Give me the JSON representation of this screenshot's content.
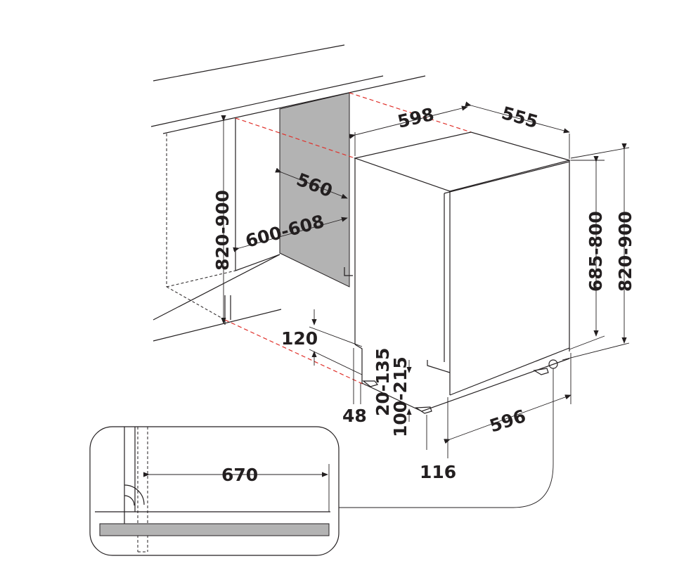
{
  "diagram": {
    "title": "Built-in dishwasher installation dimensions",
    "dimensions": {
      "appliance_width": "598",
      "appliance_depth": "555",
      "niche_depth": "560",
      "niche_width": "600-608",
      "niche_height": "820-900",
      "appliance_height": "685-800",
      "total_height": "820-900",
      "plinth_height": "120",
      "foot_adjust_rear": "20-135",
      "foot_adjust_front": "100-215",
      "rear_foot_offset": "48",
      "door_width": "596",
      "front_offset": "116",
      "door_swing_clearance": "670"
    },
    "colors": {
      "line": "#231f20",
      "guide": "#e0312b",
      "panel": "#b3b3b3"
    }
  }
}
